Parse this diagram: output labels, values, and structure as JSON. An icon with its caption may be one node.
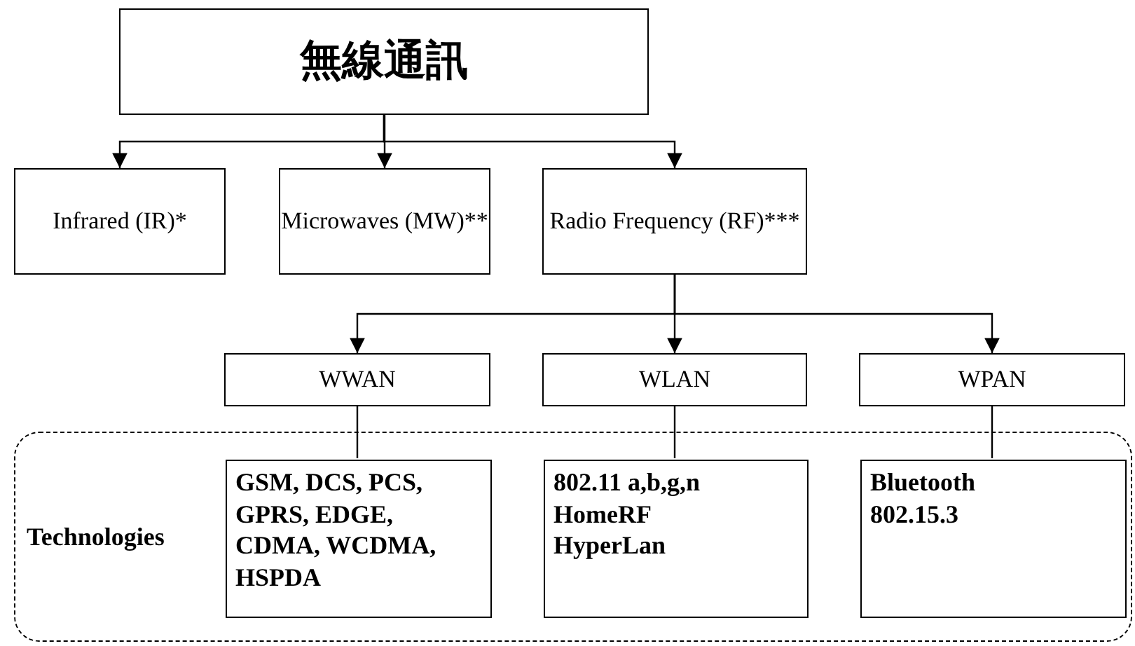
{
  "diagram": {
    "nodes": [
      {
        "text": [
          "無線通訊"
        ]
      },
      {
        "text": [
          "Infrared (IR)*"
        ]
      },
      {
        "text": [
          "Microwaves (MW)**"
        ]
      },
      {
        "text": [
          "Radio Frequency (RF)***"
        ]
      },
      {
        "text": [
          "WWAN"
        ]
      },
      {
        "text": [
          "WLAN"
        ]
      },
      {
        "text": [
          "WPAN"
        ]
      },
      {
        "text": [
          "Technologies"
        ]
      },
      {
        "text": [
          "GSM, DCS, PCS, GPRS, EDGE, CDMA, WCDMA, HSPDA"
        ],
        "in": 7
      },
      {
        "text": [
          "802.11 a,b,g,n",
          "HomeRF",
          "HyperLan"
        ],
        "in": 7
      },
      {
        "text": [
          "Bluetooth",
          "802.15.3"
        ],
        "in": 7
      }
    ],
    "edges": [
      {
        "from": 0,
        "to": 1,
        "arrow": "to"
      },
      {
        "from": 0,
        "to": 2,
        "arrow": "to"
      },
      {
        "from": 0,
        "to": 3,
        "arrow": "to"
      },
      {
        "from": 3,
        "to": 4,
        "arrow": "to"
      },
      {
        "from": 3,
        "to": 5,
        "arrow": "to"
      },
      {
        "from": 3,
        "to": 6,
        "arrow": "to"
      },
      {
        "from": 4,
        "to": 8,
        "arrow": "none"
      },
      {
        "from": 5,
        "to": 9,
        "arrow": "none"
      },
      {
        "from": 6,
        "to": 10,
        "arrow": "none"
      }
    ]
  }
}
